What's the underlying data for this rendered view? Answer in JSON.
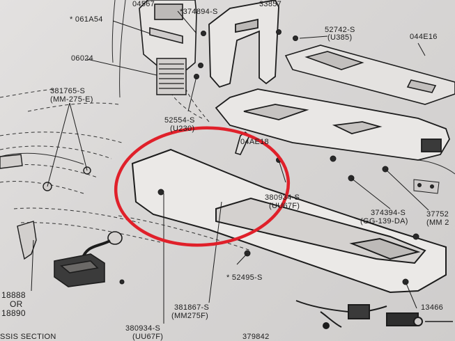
{
  "part_labels": {
    "p04567": "04567",
    "p374894": "*374894-S",
    "p33857": "33857",
    "p061a54": "* 061A54",
    "p06024": "06024",
    "p52742": "52742-S",
    "p52742b": "(U385)",
    "p044e16a": "044E16",
    "p381765": "381765-S",
    "p381765b": "(MM-275-E)",
    "p52554": "52554-S",
    "p52554b": "(U230)",
    "p044e18": "04AE18",
    "p380934a": "380934-S",
    "p380934ab": "(UU67F)",
    "p374394": "374394-S",
    "p374394b": "(GG-139-DA)",
    "p37752": "37752",
    "p37752b": "(MM 2",
    "p18888": "18888",
    "p18888b": "OR",
    "p18888c": "18890",
    "p52495": "* 52495-S",
    "p381867": "381867-S",
    "p381867b": "(MM275F)",
    "p380934b": "380934-S",
    "p380934bb": "(UU67F)",
    "p13466": "13466",
    "p379842": "379842",
    "p_section": "SSIS SECTION"
  },
  "highlight_color": "#e0202a",
  "ink_color": "#1c1c1c"
}
